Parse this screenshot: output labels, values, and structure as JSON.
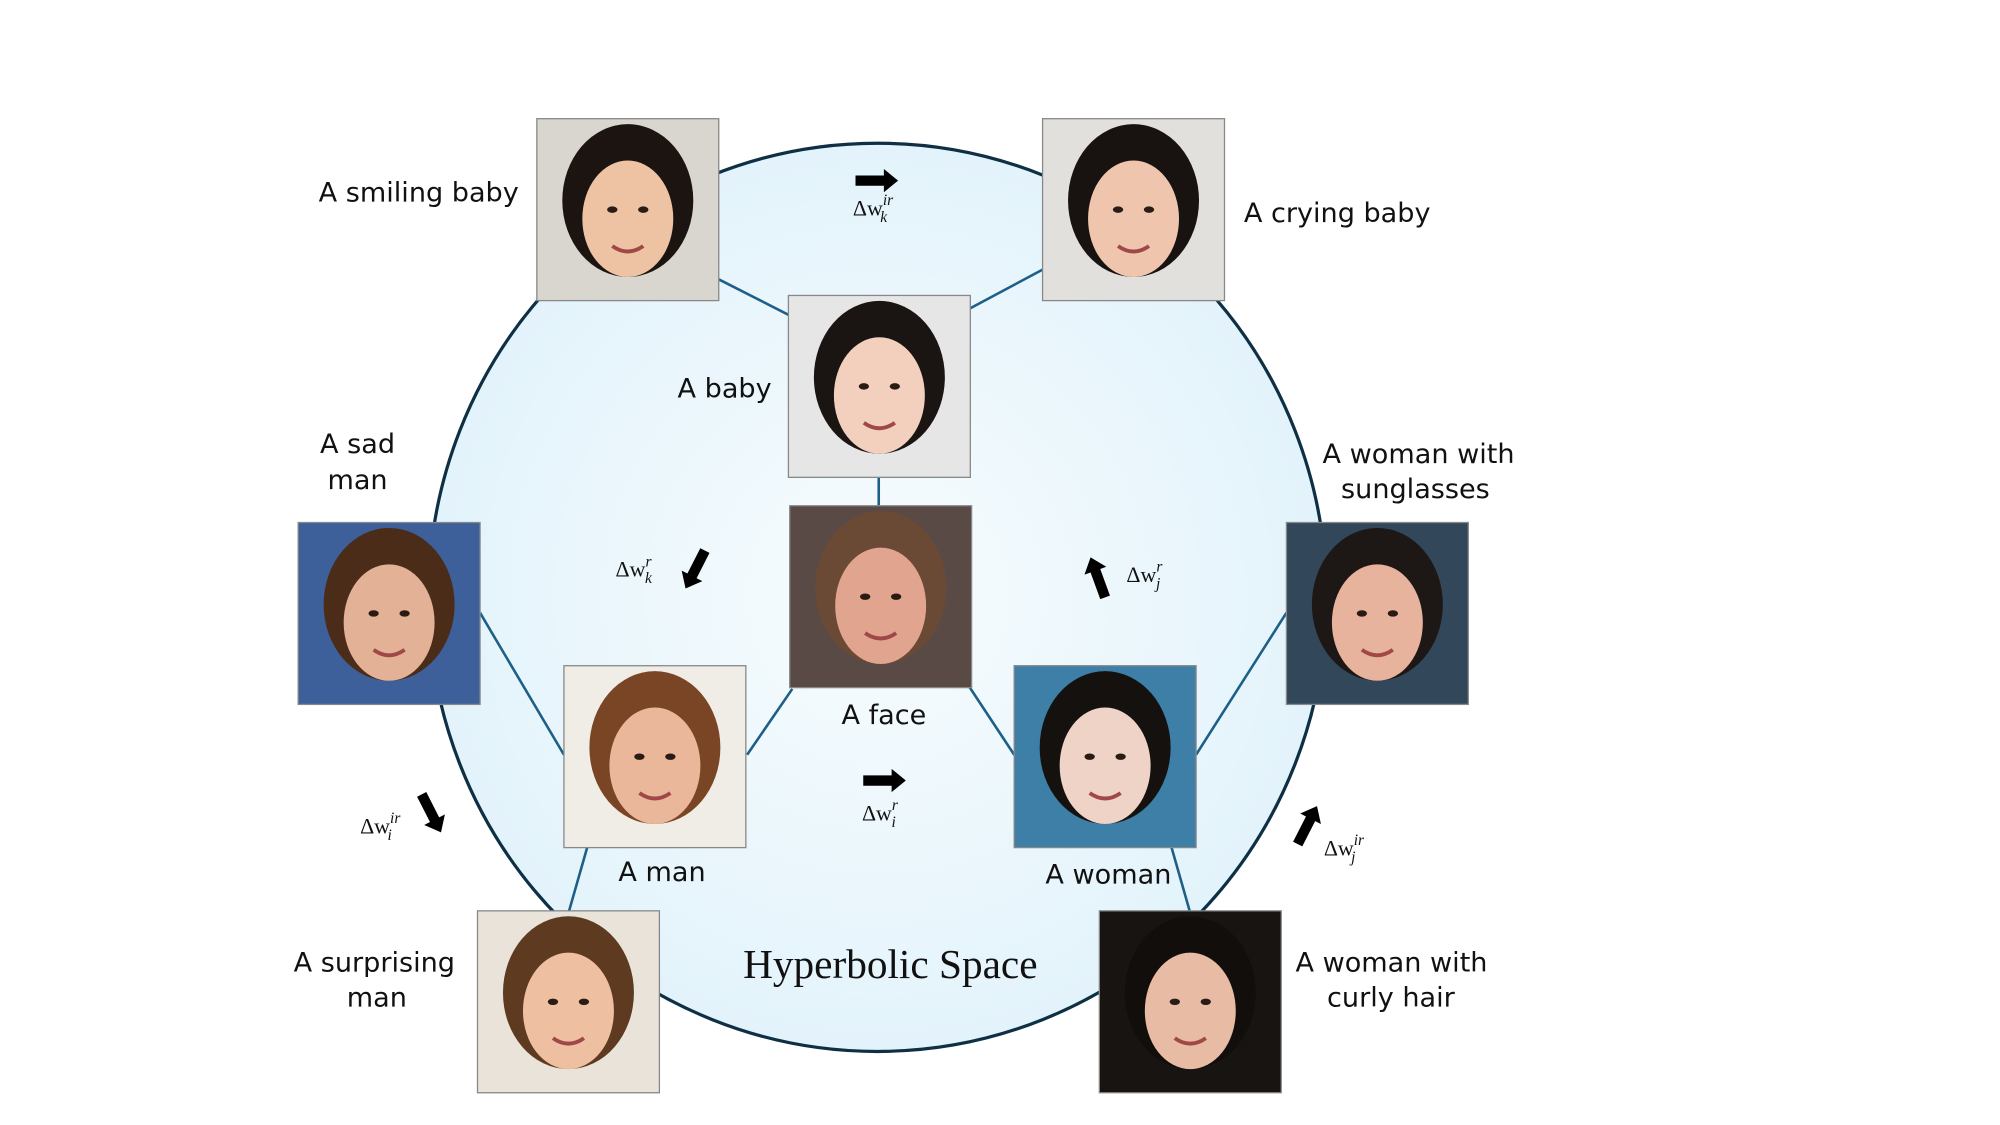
{
  "title": "Hyperbolic Space",
  "colors": {
    "circle_fill": "#e9f6fc",
    "circle_stroke": "#0f2f45",
    "link": "#1d5f86"
  },
  "nodes": {
    "smiling_baby": {
      "label": [
        "A smiling baby"
      ],
      "bg": "#d9d5cf",
      "skin": "#eec3a3",
      "hair": "#1b1410"
    },
    "crying_baby": {
      "label": [
        "A crying baby"
      ],
      "bg": "#e2e0dc",
      "skin": "#efc6ad",
      "hair": "#181210"
    },
    "baby": {
      "label": [
        "A baby"
      ],
      "bg": "#e6e6e6",
      "skin": "#f2d0bd",
      "hair": "#1a1512"
    },
    "face": {
      "label": [
        "A face"
      ],
      "bg": "#5a4a45",
      "skin": "#e0a48f",
      "hair": "#6b4a35"
    },
    "sad_man": {
      "label": [
        "A sad",
        "man"
      ],
      "bg": "#3d5f9a",
      "skin": "#e2b196",
      "hair": "#4a2c18"
    },
    "man": {
      "label": [
        "A man"
      ],
      "bg": "#f0ece6",
      "skin": "#eab79a",
      "hair": "#7a4524"
    },
    "woman": {
      "label": [
        "A woman"
      ],
      "bg": "#3d7fa6",
      "skin": "#efd3c6",
      "hair": "#15110f"
    },
    "sunglasses": {
      "label": [
        "A woman with",
        "sunglasses"
      ],
      "bg": "#33475a",
      "skin": "#e8b39c",
      "hair": "#1d1715"
    },
    "surprising_man": {
      "label": [
        "A surprising",
        "man"
      ],
      "bg": "#e9e3da",
      "skin": "#efbfa2",
      "hair": "#5e3a20"
    },
    "curly": {
      "label": [
        "A woman with",
        "curly hair"
      ],
      "bg": "#171412",
      "skin": "#e7bba4",
      "hair": "#120e0c"
    }
  },
  "deltas": {
    "k_ir": {
      "base": "Δw",
      "sub": "k",
      "sup": "ir"
    },
    "k_r": {
      "base": "Δw",
      "sub": "k",
      "sup": "r"
    },
    "j_r": {
      "base": "Δw",
      "sub": "j",
      "sup": "r"
    },
    "i_r": {
      "base": "Δw",
      "sub": "i",
      "sup": "r"
    },
    "i_ir": {
      "base": "Δw",
      "sub": "i",
      "sup": "ir"
    },
    "j_ir": {
      "base": "Δw",
      "sub": "j",
      "sup": "ir"
    }
  }
}
